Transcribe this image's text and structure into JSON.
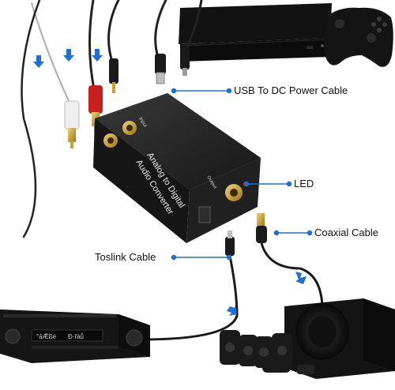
{
  "callouts": {
    "usb_power": "USB To DC Power Cable",
    "led": "LED",
    "coaxial": "Coaxial Cable",
    "toslink": "Toslink Cable"
  },
  "converter": {
    "title_line1": "Analog to Digital",
    "title_line2": "Audio Converter",
    "input_label": "Input",
    "output_label": "Output"
  },
  "receiver": {
    "display_left": "°āǢßé",
    "display_right": "Ð·řàů"
  },
  "colors": {
    "accent_blue": "#1e6fd0",
    "device_black": "#1b1b1b",
    "gold": "#c9a227",
    "rca_red": "#c8201f",
    "rca_white": "#eeeeee",
    "led_red": "#e02020"
  },
  "icons": [
    "arrow-down-icon",
    "arrow-down-icon",
    "arrow-down-icon",
    "arrow-right-icon",
    "arrow-left-icon"
  ]
}
